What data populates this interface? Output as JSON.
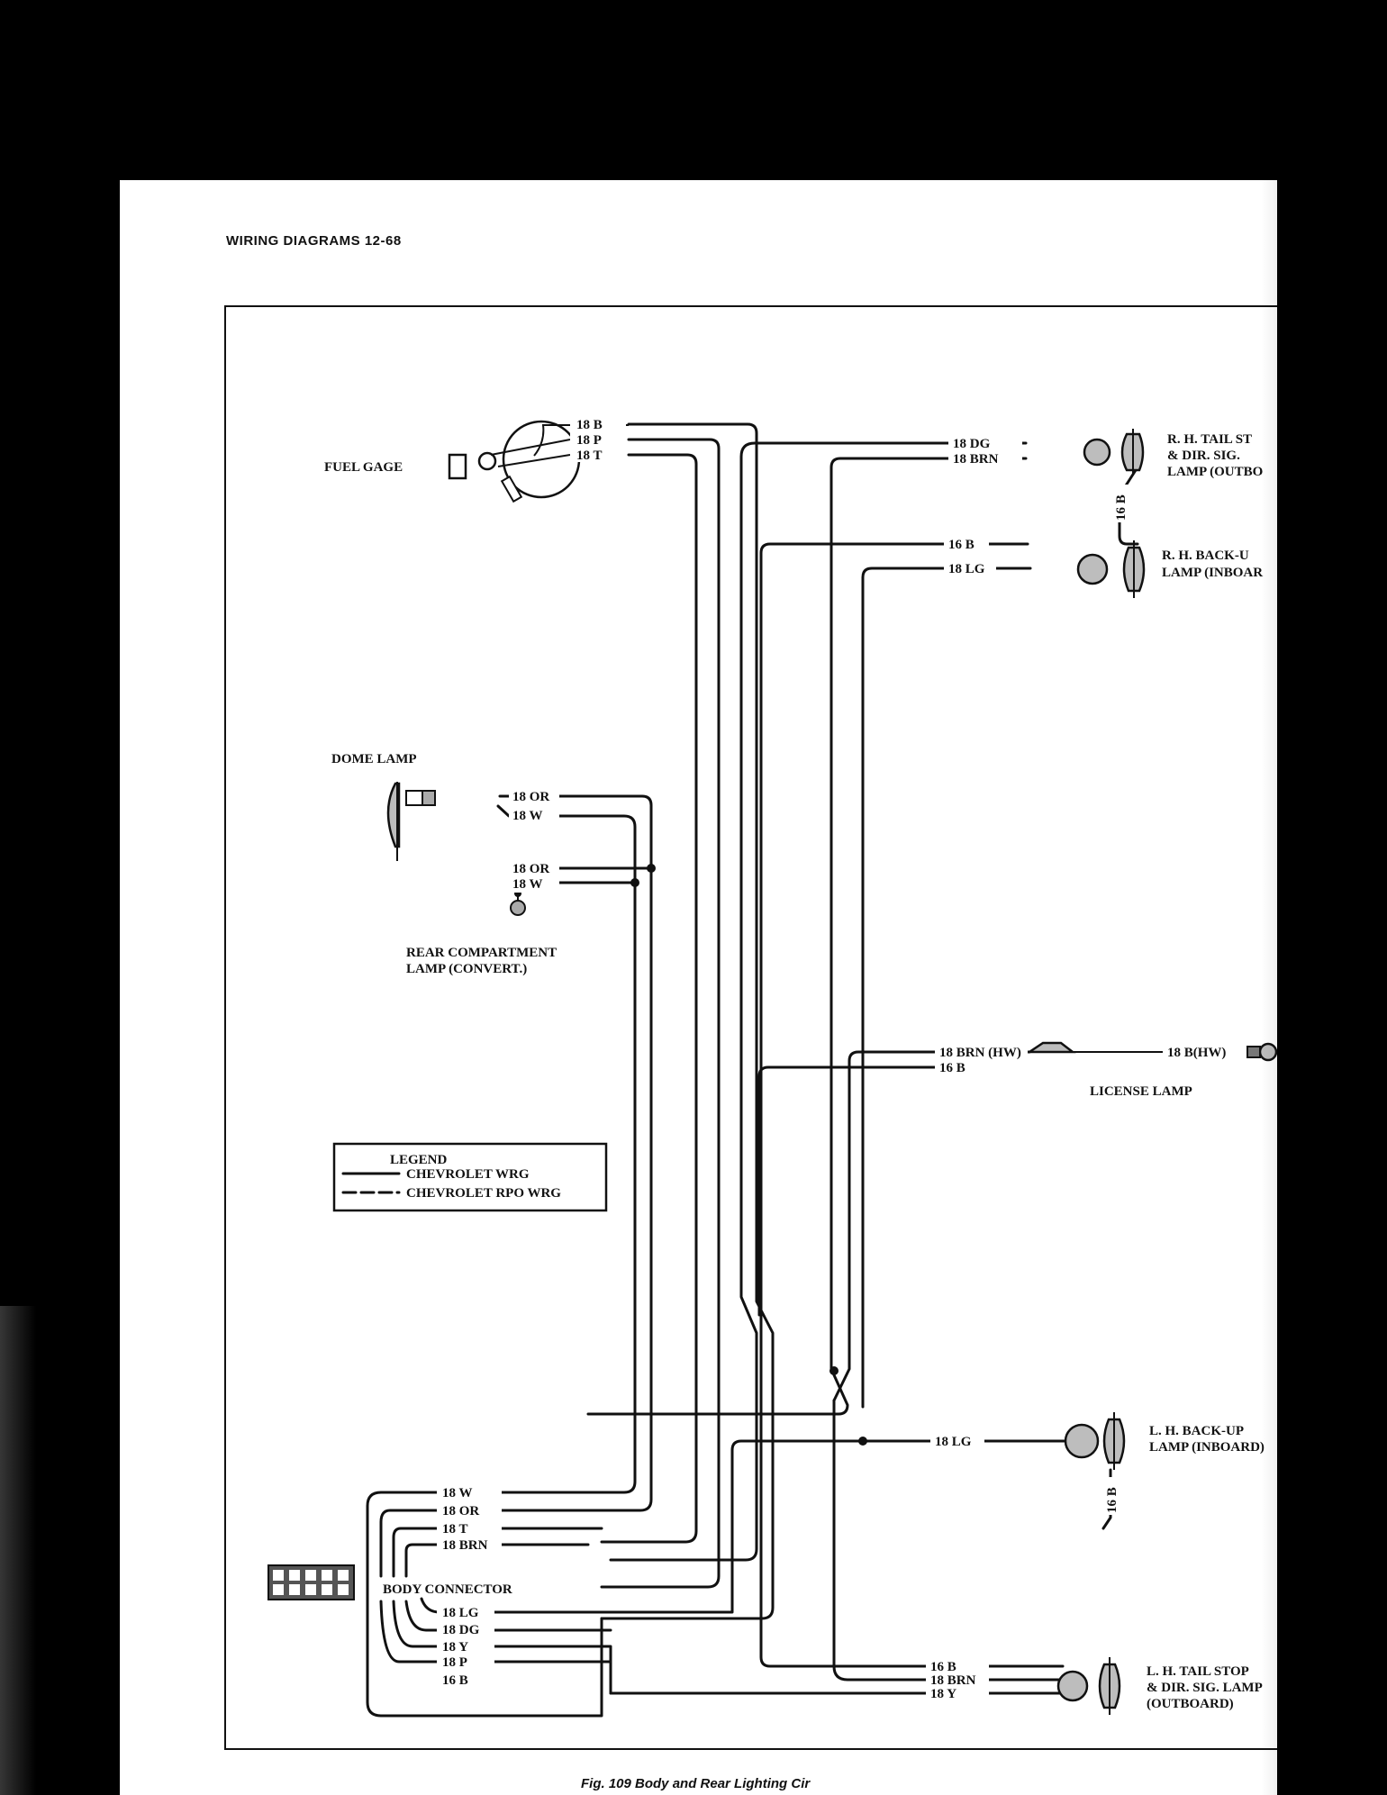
{
  "header": "WIRING DIAGRAMS 12-68",
  "caption": "Fig. 109 Body and Rear Lighting Cir",
  "components": {
    "fuel_gage": "FUEL GAGE",
    "dome_lamp": "DOME LAMP",
    "rear_compartment_1": "REAR COMPARTMENT",
    "rear_compartment_2": "LAMP (CONVERT.)",
    "body_connector": "BODY CONNECTOR",
    "license_lamp": "LICENSE LAMP",
    "rh_tail_1": "R. H. TAIL ST",
    "rh_tail_2": "& DIR. SIG.",
    "rh_tail_3": "LAMP (OUTBO",
    "rh_backup_1": "R. H. BACK-U",
    "rh_backup_2": "LAMP (INBOAR",
    "lh_backup_1": "L. H. BACK-UP",
    "lh_backup_2": "LAMP (INBOARD)",
    "lh_tail_1": "L. H. TAIL STOP",
    "lh_tail_2": "& DIR. SIG. LAMP",
    "lh_tail_3": "(OUTBOARD)"
  },
  "legend": {
    "title": "LEGEND",
    "solid": "CHEVROLET WRG",
    "dashed": "CHEVROLET RPO WRG"
  },
  "wires": {
    "fg_b": "18 B",
    "fg_p": "18 P",
    "fg_t": "18 T",
    "rh_dg": "18 DG",
    "rh_brn": "18 BRN",
    "rh_16b_vert": "16 B",
    "rh_16b": "16 B",
    "rh_lg": "18 LG",
    "dome_or": "18 OR",
    "dome_w": "18 W",
    "rc_or": "18 OR",
    "rc_w": "18 W",
    "lic_brn": "18 BRN (HW)",
    "lic_16b": "16 B",
    "lic_b": "18 B(HW)",
    "lh_lg": "18 LG",
    "lh_16b_vert": "16 B",
    "lh_16b": "16 B",
    "lh_brn": "18 BRN",
    "lh_y": "18 Y",
    "bc_w": "18 W",
    "bc_or": "18 OR",
    "bc_t": "18 T",
    "bc_brn": "18 BRN",
    "bc_lg": "18 LG",
    "bc_dg": "18 DG",
    "bc_y": "18 Y",
    "bc_p": "18 P",
    "bc_b": "16 B"
  }
}
